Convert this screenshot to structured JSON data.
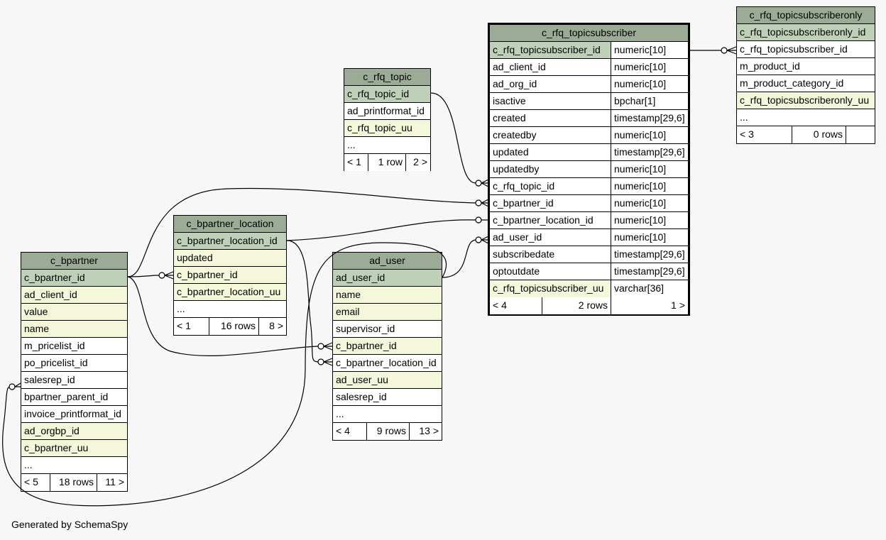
{
  "footer": "Generated by SchemaSpy",
  "tables": {
    "c_rfq_topic": {
      "name": "c_rfq_topic",
      "columns": [
        "c_rfq_topic_id",
        "ad_printformat_id",
        "c_rfq_topic_uu",
        "..."
      ],
      "parents": "< 1",
      "rows": "1 row",
      "children": "2 >"
    },
    "c_rfq_topicsubscriber": {
      "name": "c_rfq_topicsubscriber",
      "columns": [
        {
          "name": "c_rfq_topicsubscriber_id",
          "type": "numeric[10]"
        },
        {
          "name": "ad_client_id",
          "type": "numeric[10]"
        },
        {
          "name": "ad_org_id",
          "type": "numeric[10]"
        },
        {
          "name": "isactive",
          "type": "bpchar[1]"
        },
        {
          "name": "created",
          "type": "timestamp[29,6]"
        },
        {
          "name": "createdby",
          "type": "numeric[10]"
        },
        {
          "name": "updated",
          "type": "timestamp[29,6]"
        },
        {
          "name": "updatedby",
          "type": "numeric[10]"
        },
        {
          "name": "c_rfq_topic_id",
          "type": "numeric[10]"
        },
        {
          "name": "c_bpartner_id",
          "type": "numeric[10]"
        },
        {
          "name": "c_bpartner_location_id",
          "type": "numeric[10]"
        },
        {
          "name": "ad_user_id",
          "type": "numeric[10]"
        },
        {
          "name": "subscribedate",
          "type": "timestamp[29,6]"
        },
        {
          "name": "optoutdate",
          "type": "timestamp[29,6]"
        },
        {
          "name": "c_rfq_topicsubscriber_uu",
          "type": "varchar[36]"
        }
      ],
      "parents": "< 4",
      "rows": "2 rows",
      "children": "1 >"
    },
    "c_rfq_topicsubscriberonly": {
      "name": "c_rfq_topicsubscriberonly",
      "columns": [
        "c_rfq_topicsubscriberonly_id",
        "c_rfq_topicsubscriber_id",
        "m_product_id",
        "m_product_category_id",
        "c_rfq_topicsubscriberonly_uu",
        "..."
      ],
      "parents": "< 3",
      "rows": "0 rows",
      "children": ""
    },
    "c_bpartner_location": {
      "name": "c_bpartner_location",
      "columns": [
        "c_bpartner_location_id",
        "updated",
        "c_bpartner_id",
        "c_bpartner_location_uu",
        "..."
      ],
      "parents": "< 1",
      "rows": "16 rows",
      "children": "8 >"
    },
    "ad_user": {
      "name": "ad_user",
      "columns": [
        "ad_user_id",
        "name",
        "email",
        "supervisor_id",
        "c_bpartner_id",
        "c_bpartner_location_id",
        "ad_user_uu",
        "salesrep_id",
        "..."
      ],
      "parents": "< 4",
      "rows": "9 rows",
      "children": "13 >"
    },
    "c_bpartner": {
      "name": "c_bpartner",
      "columns": [
        "c_bpartner_id",
        "ad_client_id",
        "value",
        "name",
        "m_pricelist_id",
        "po_pricelist_id",
        "salesrep_id",
        "bpartner_parent_id",
        "invoice_printformat_id",
        "ad_orgbp_id",
        "c_bpartner_uu",
        "..."
      ],
      "parents": "< 5",
      "rows": "18 rows",
      "children": "11 >"
    }
  }
}
